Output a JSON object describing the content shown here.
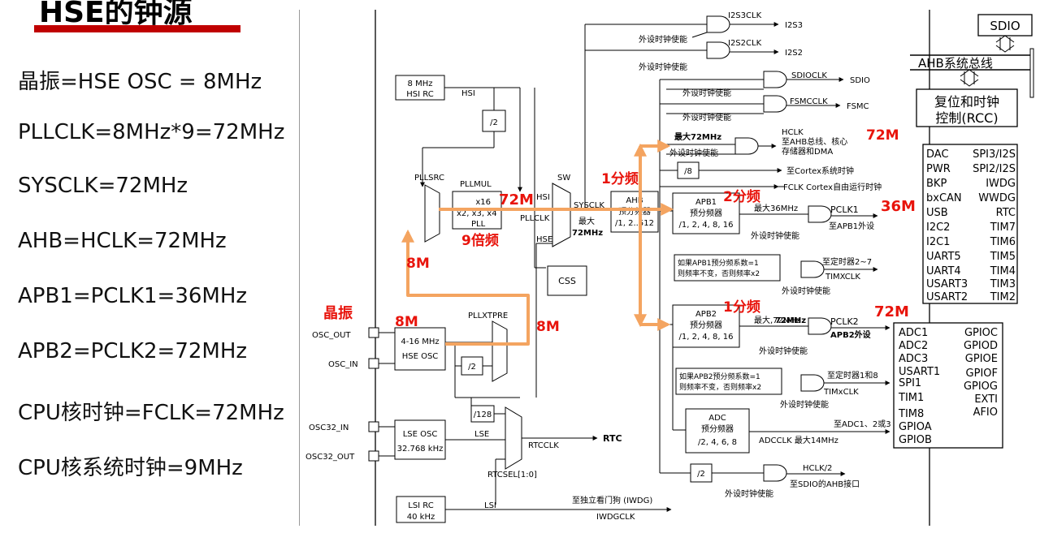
{
  "page": {
    "title": "HSE的钟源"
  },
  "notes": [
    "晶振=HSE OSC = 8MHz",
    "PLLCLK=8MHz*9=72MHz",
    "SYSCLK=72MHz",
    "AHB=HCLK=72MHz",
    "APB1=PCLK1=36MHz",
    "APB2=PCLK2=72MHz",
    "CPU核时钟=FCLK=72MHz",
    "CPU核系统时钟=9MHz"
  ],
  "diagram": {
    "hsi_rc": [
      "8 MHz",
      "HSI RC"
    ],
    "hsi": "HSI",
    "div2": "/2",
    "pllsrc": "PLLSRC",
    "pllmul": "PLLMUL",
    "pll_lines": [
      "x16",
      "x2, x3, x4",
      "PLL"
    ],
    "pllclk": "PLLCLK",
    "sw": "SW",
    "sw_hsi": "HSI",
    "sw_hse": "HSE",
    "sysclk": "SYSCLK",
    "max72": [
      "最大",
      "72MHz"
    ],
    "css": "CSS",
    "ahb_lines": [
      "AHB",
      "预分频器",
      "/1, 2..512"
    ],
    "i2s3clk": "I2S3CLK",
    "i2s3": "I2S3",
    "i2s2clk": "I2S2CLK",
    "i2s2": "I2S2",
    "periph_enable": "外设时钟使能",
    "sdioclk": "SDIOCLK",
    "sdio": "SDIO",
    "fsmcclk": "FSMCCLK",
    "fsmc": "FSMC",
    "max72mhz": "最大72MHz",
    "hclk_lines": [
      "HCLK",
      "至AHB总线、核心",
      "存储器和DMA"
    ],
    "div8": "/8",
    "to_cortex": "至Cortex系统时钟",
    "fclk": "FCLK Cortex自由运行时钟",
    "apb1_lines": [
      "APB1",
      "预分频器",
      "/1, 2, 4, 8, 16"
    ],
    "max36": "最大36MHz",
    "pclk1": "PCLK1",
    "to_apb1": "至APB1外设",
    "apb1_timer_note": [
      "如果APB1预分频系数=1",
      "则频率不变，否则频率x2"
    ],
    "to_timer27": "至定时器2~7",
    "timxclk": "TIMXCLK",
    "apb2_lines": [
      "APB2",
      "预分频器",
      "/1, 2, 4, 8, 16"
    ],
    "pclk2": "PCLK2",
    "to_apb2": "APB2外设",
    "apb2_timer_note": [
      "如果APB2预分频系数=1",
      "则频率不变，否则频率x2"
    ],
    "to_timer18": "至定时器1和8",
    "timxclk2": "TIMxCLK",
    "adc_lines": [
      "ADC",
      "预分频器",
      "/2, 4, 6, 8"
    ],
    "to_adc": "至ADC1、2或3",
    "adcclk": "ADCCLK 最大14MHz",
    "hclk2": "HCLK/2",
    "to_sdio_ahb": "至SDIO的AHB接口",
    "osc_out": "OSC_OUT",
    "osc_in": "OSC_IN",
    "hse_osc": [
      "4-16 MHz",
      "HSE OSC"
    ],
    "pllxtpre": "PLLXTPRE",
    "osc32_in": "OSC32_IN",
    "osc32_out": "OSC32_OUT",
    "lse_osc": [
      "LSE OSC",
      "32.768 kHz"
    ],
    "lse": "LSE",
    "div128": "/128",
    "rtcclk": "RTCCLK",
    "rtc": "RTC",
    "rtcsel": "RTCSEL[1:0]",
    "lsi_rc": [
      "LSI RC",
      "40 kHz"
    ],
    "lsi": "LSI",
    "to_iwdg": "至独立看门狗 (IWDG)",
    "iwdgclk": "IWDGCLK",
    "sdio_box": "SDIO",
    "ahb_bus": "AHB系统总线",
    "rcc": [
      "复位和时钟",
      "控制(RCC)"
    ],
    "apb1_periph_left": [
      "DAC",
      "PWR",
      "BKP",
      "bxCAN",
      "USB",
      "I2C2",
      "I2C1",
      "UART5",
      "UART4",
      "USART3",
      "USART2"
    ],
    "apb1_periph_right": [
      "SPI3/I2S",
      "SPI2/I2S",
      "IWDG",
      "WWDG",
      "RTC",
      "TIM7",
      "TIM6",
      "TIM5",
      "TIM4",
      "TIM3",
      "TIM2"
    ],
    "apb2_periph_left": [
      "ADC1",
      "ADC2",
      "ADC3",
      "USART1",
      "SPI1",
      "TIM1",
      "",
      "TIM8",
      "GPIOA",
      "GPIOB"
    ],
    "apb2_periph_right": [
      "GPIOC",
      "GPIOD",
      "GPIOE",
      "GPIOF",
      "GPIOG",
      "EXTI",
      "AFIO"
    ]
  },
  "annotations": {
    "crystal": "晶振",
    "m8_a": "8M",
    "m8_b": "8M",
    "m8_c": "8M",
    "m72_pll": "72M",
    "x9": "9倍频",
    "ahb_div": "1分频",
    "apb1_div": "2分频",
    "apb2_div": "1分频",
    "m72_hclk": "72M",
    "m36": "36M",
    "m72_apb2": "72M"
  },
  "colors": {
    "accent_red": "#e8140c",
    "path_orange": "#f4a460",
    "title_bar": "#c00000"
  }
}
